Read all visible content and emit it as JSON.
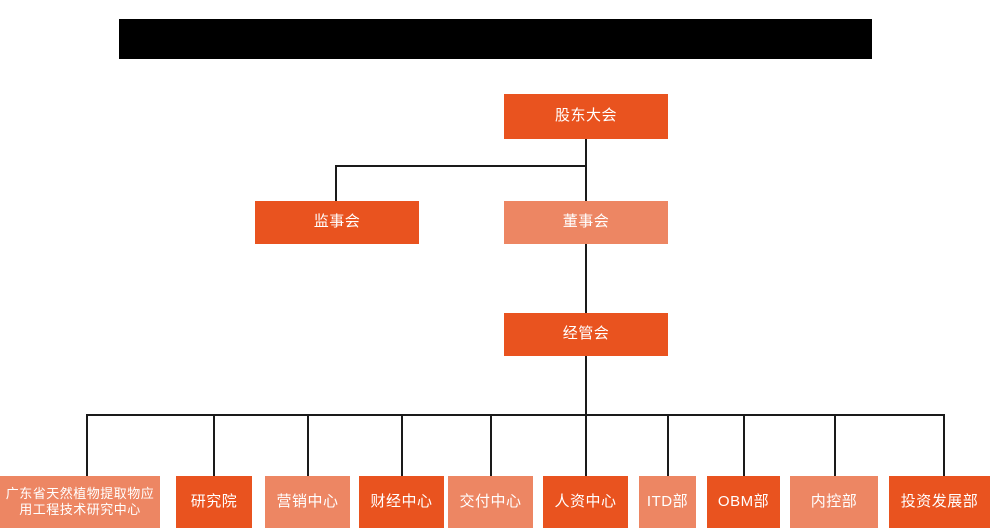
{
  "diagram": {
    "type": "org-chart",
    "title_bar": {
      "text": "",
      "redacted": true,
      "color": "#000000"
    },
    "colors": {
      "dark_orange": "#E9531F",
      "light_orange": "#ED8663",
      "connector": "#1a1a1a",
      "text": "#FFFFFF",
      "background": "#FFFFFF"
    },
    "levels": [
      {
        "level": 1,
        "nodes": [
          {
            "id": "shareholders",
            "label": "股东大会",
            "shade": "dark"
          }
        ]
      },
      {
        "level": 2,
        "nodes": [
          {
            "id": "supervisors",
            "label": "监事会",
            "shade": "dark"
          },
          {
            "id": "directors",
            "label": "董事会",
            "shade": "light"
          }
        ]
      },
      {
        "level": 3,
        "nodes": [
          {
            "id": "management",
            "label": "经管会",
            "shade": "dark"
          }
        ]
      },
      {
        "level": 4,
        "nodes": [
          {
            "id": "research-center",
            "label_line1": "广东省天然植物提取物应",
            "label_line2": "用工程技术研究中心",
            "shade": "light"
          },
          {
            "id": "institute",
            "label": "研究院",
            "shade": "dark"
          },
          {
            "id": "marketing-center",
            "label": "营销中心",
            "shade": "light"
          },
          {
            "id": "finance-center",
            "label": "财经中心",
            "shade": "dark"
          },
          {
            "id": "delivery-center",
            "label": "交付中心",
            "shade": "light"
          },
          {
            "id": "hr-center",
            "label": "人资中心",
            "shade": "dark"
          },
          {
            "id": "itd-department",
            "label": "ITD部",
            "shade": "light"
          },
          {
            "id": "obm-department",
            "label": "OBM部",
            "shade": "dark"
          },
          {
            "id": "internal-control-department",
            "label": "内控部",
            "shade": "light"
          },
          {
            "id": "investment-development-department",
            "label": "投资发展部",
            "shade": "dark"
          }
        ]
      }
    ]
  }
}
